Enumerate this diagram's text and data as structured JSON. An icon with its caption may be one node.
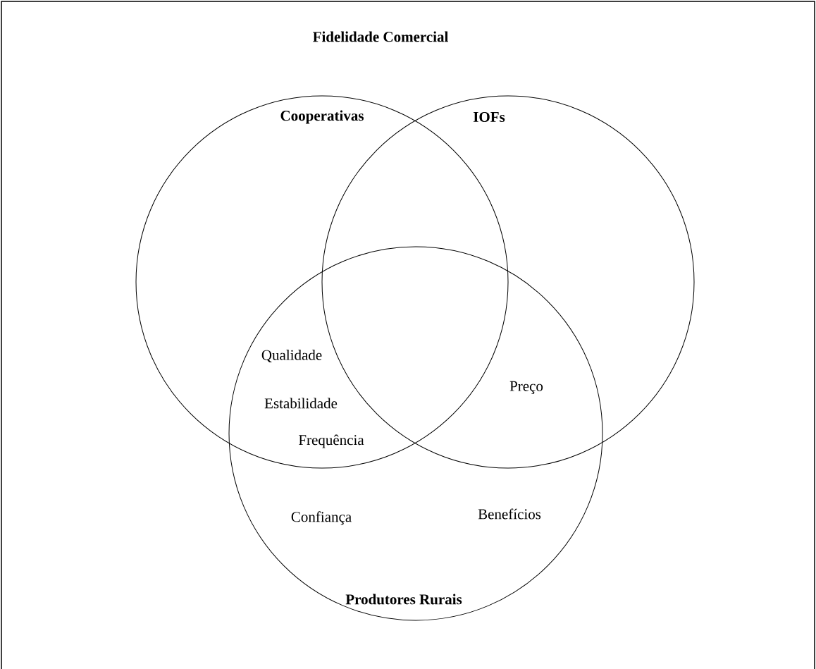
{
  "diagram": {
    "title": "Fidelidade Comercial",
    "nodes": [
      {
        "text": [
          "Cooperativas"
        ]
      },
      {
        "text": [
          "IOFs"
        ]
      },
      {
        "text": [
          "Produtores Rurais"
        ]
      }
    ],
    "labels": [
      "Qualidade",
      "Preço",
      "Estabilidade",
      "Frequência",
      "Confiança",
      "Benefícios"
    ]
  }
}
